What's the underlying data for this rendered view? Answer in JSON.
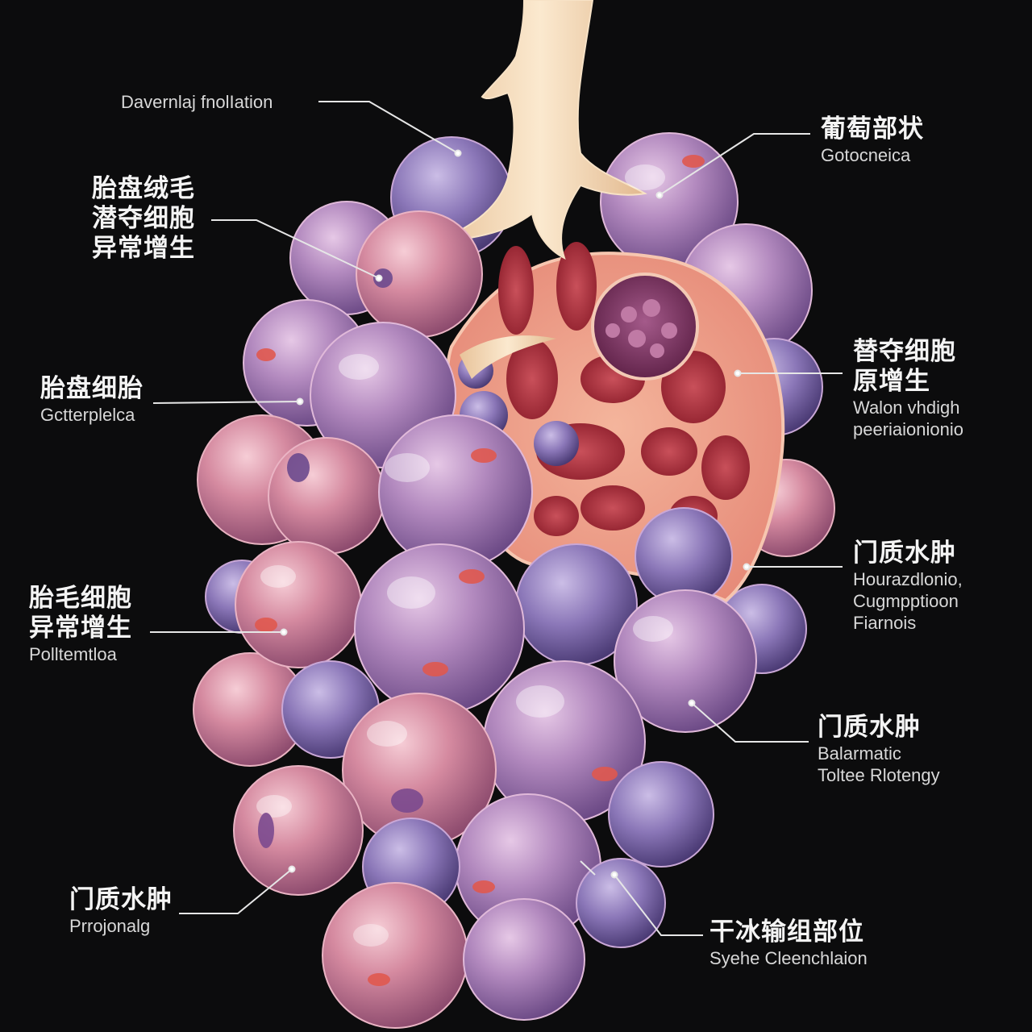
{
  "labels": {
    "top_left": {
      "en": "Davernlaj fnolIation"
    },
    "top_right": {
      "zh": "葡萄部状",
      "en": "Gotocneica"
    },
    "left_1": {
      "zh": [
        "胎盘绒毛",
        "潜夺细胞",
        "异常增生"
      ]
    },
    "left_2": {
      "zh": "胎盘细胎",
      "en": "Gctterplelca"
    },
    "left_3": {
      "zh": [
        "胎毛细胞",
        "异常增生"
      ],
      "en": "Polltemtloa"
    },
    "left_4": {
      "zh": "门质水肿",
      "en": "Prrojonalg"
    },
    "right_1": {
      "zh": [
        "替夺细胞",
        "原增生"
      ],
      "en": [
        "Walon vhdigh",
        "peeriaionionio"
      ]
    },
    "right_2": {
      "zh": "门质水肿",
      "en": [
        "Hourazdlonio,",
        "Cugmpptioon",
        "Fiarnois"
      ]
    },
    "right_3": {
      "zh": "门质水肿",
      "en": [
        "Balarmatic",
        "Toltee Rlotengy"
      ]
    },
    "bottom_right": {
      "zh": "干冰输组部位",
      "en": "Syehe Cleenchlaion"
    }
  },
  "colors": {
    "background": "#0c0c0d",
    "vesicle_purple": "#a67bb0",
    "vesicle_pink": "#d98a9f",
    "stalk": "#f2d9b8",
    "tissue": "#f0a48c",
    "leader_line": "#e6e6e6"
  }
}
